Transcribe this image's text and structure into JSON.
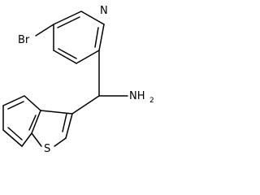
{
  "molecule": {
    "atoms": {
      "pyridine_n": "N",
      "bromine": "Br",
      "amine_main": "NH",
      "amine_sub": "2",
      "sulfur": "S"
    }
  }
}
